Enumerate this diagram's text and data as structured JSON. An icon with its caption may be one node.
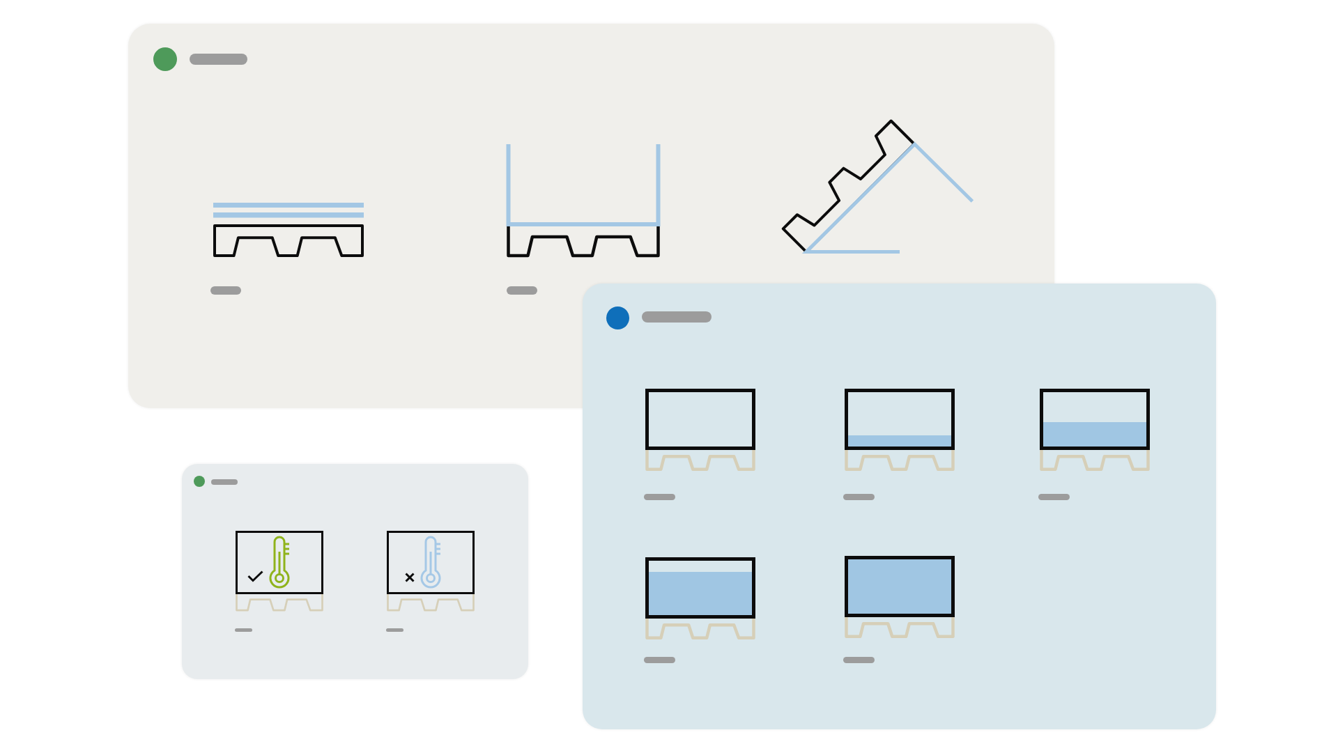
{
  "diagram": {
    "nodes": [
      {
        "text": [],
        "shape": "box"
      },
      {
        "text": [],
        "shape": "picture",
        "in": 0
      },
      {
        "text": [],
        "shape": "picture",
        "in": 0
      },
      {
        "text": [],
        "shape": "picture",
        "in": 0
      },
      {
        "text": [],
        "shape": "box"
      },
      {
        "text": [],
        "shape": "box",
        "in": 4
      },
      {
        "text": [],
        "shape": "box",
        "in": 4
      },
      {
        "text": [],
        "shape": "box",
        "in": 4
      },
      {
        "text": [],
        "shape": "box",
        "in": 4
      },
      {
        "text": [],
        "shape": "box",
        "in": 4
      },
      {
        "text": [],
        "shape": "box"
      },
      {
        "text": [],
        "shape": "box",
        "in": 10
      },
      {
        "text": [],
        "shape": "box",
        "in": 10
      }
    ]
  }
}
